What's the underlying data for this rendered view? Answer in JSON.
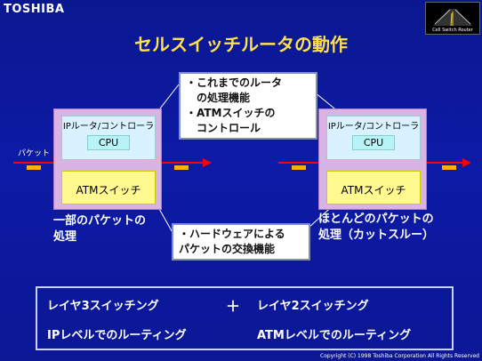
{
  "logo": "TOSHIBA",
  "badge": {
    "caption": "Cell Switch Router"
  },
  "title": "セルスイッチルータの動作",
  "callout_top": {
    "lines": [
      "・これまでのルータ",
      "　の処理機能",
      "・ATMスイッチの",
      "　コントロール"
    ]
  },
  "callout_bottom": {
    "lines": [
      "・ハードウェアによる",
      "パケットの交換機能"
    ]
  },
  "router_left": {
    "control_label": "IPルータ/コントローラ",
    "cpu": "CPU",
    "atm": "ATMスイッチ"
  },
  "router_right": {
    "control_label": "IPルータ/コントローラ",
    "cpu": "CPU",
    "atm": "ATMスイッチ"
  },
  "packet_label": "パケット",
  "caption_left": [
    "一部のパケットの",
    "処理"
  ],
  "caption_right": [
    "ほとんどのパケットの",
    "処理（カットスルー）"
  ],
  "bottom": {
    "left_top": "レイヤ3スイッチング",
    "plus": "＋",
    "right_top": "レイヤ2スイッチング",
    "left_bottom": "IPレベルでのルーティング",
    "right_bottom": "ATMレベルでのルーティング"
  },
  "copyright": "Copyright (C) 1998 Toshiba Corporation All Rights Reserved",
  "colors": {
    "background": "#0b1795",
    "title": "#ffe14a",
    "arrow": "#ff0000",
    "packet": "#ffb000",
    "router": "#d9b3e3",
    "atm": "#fff98f"
  }
}
